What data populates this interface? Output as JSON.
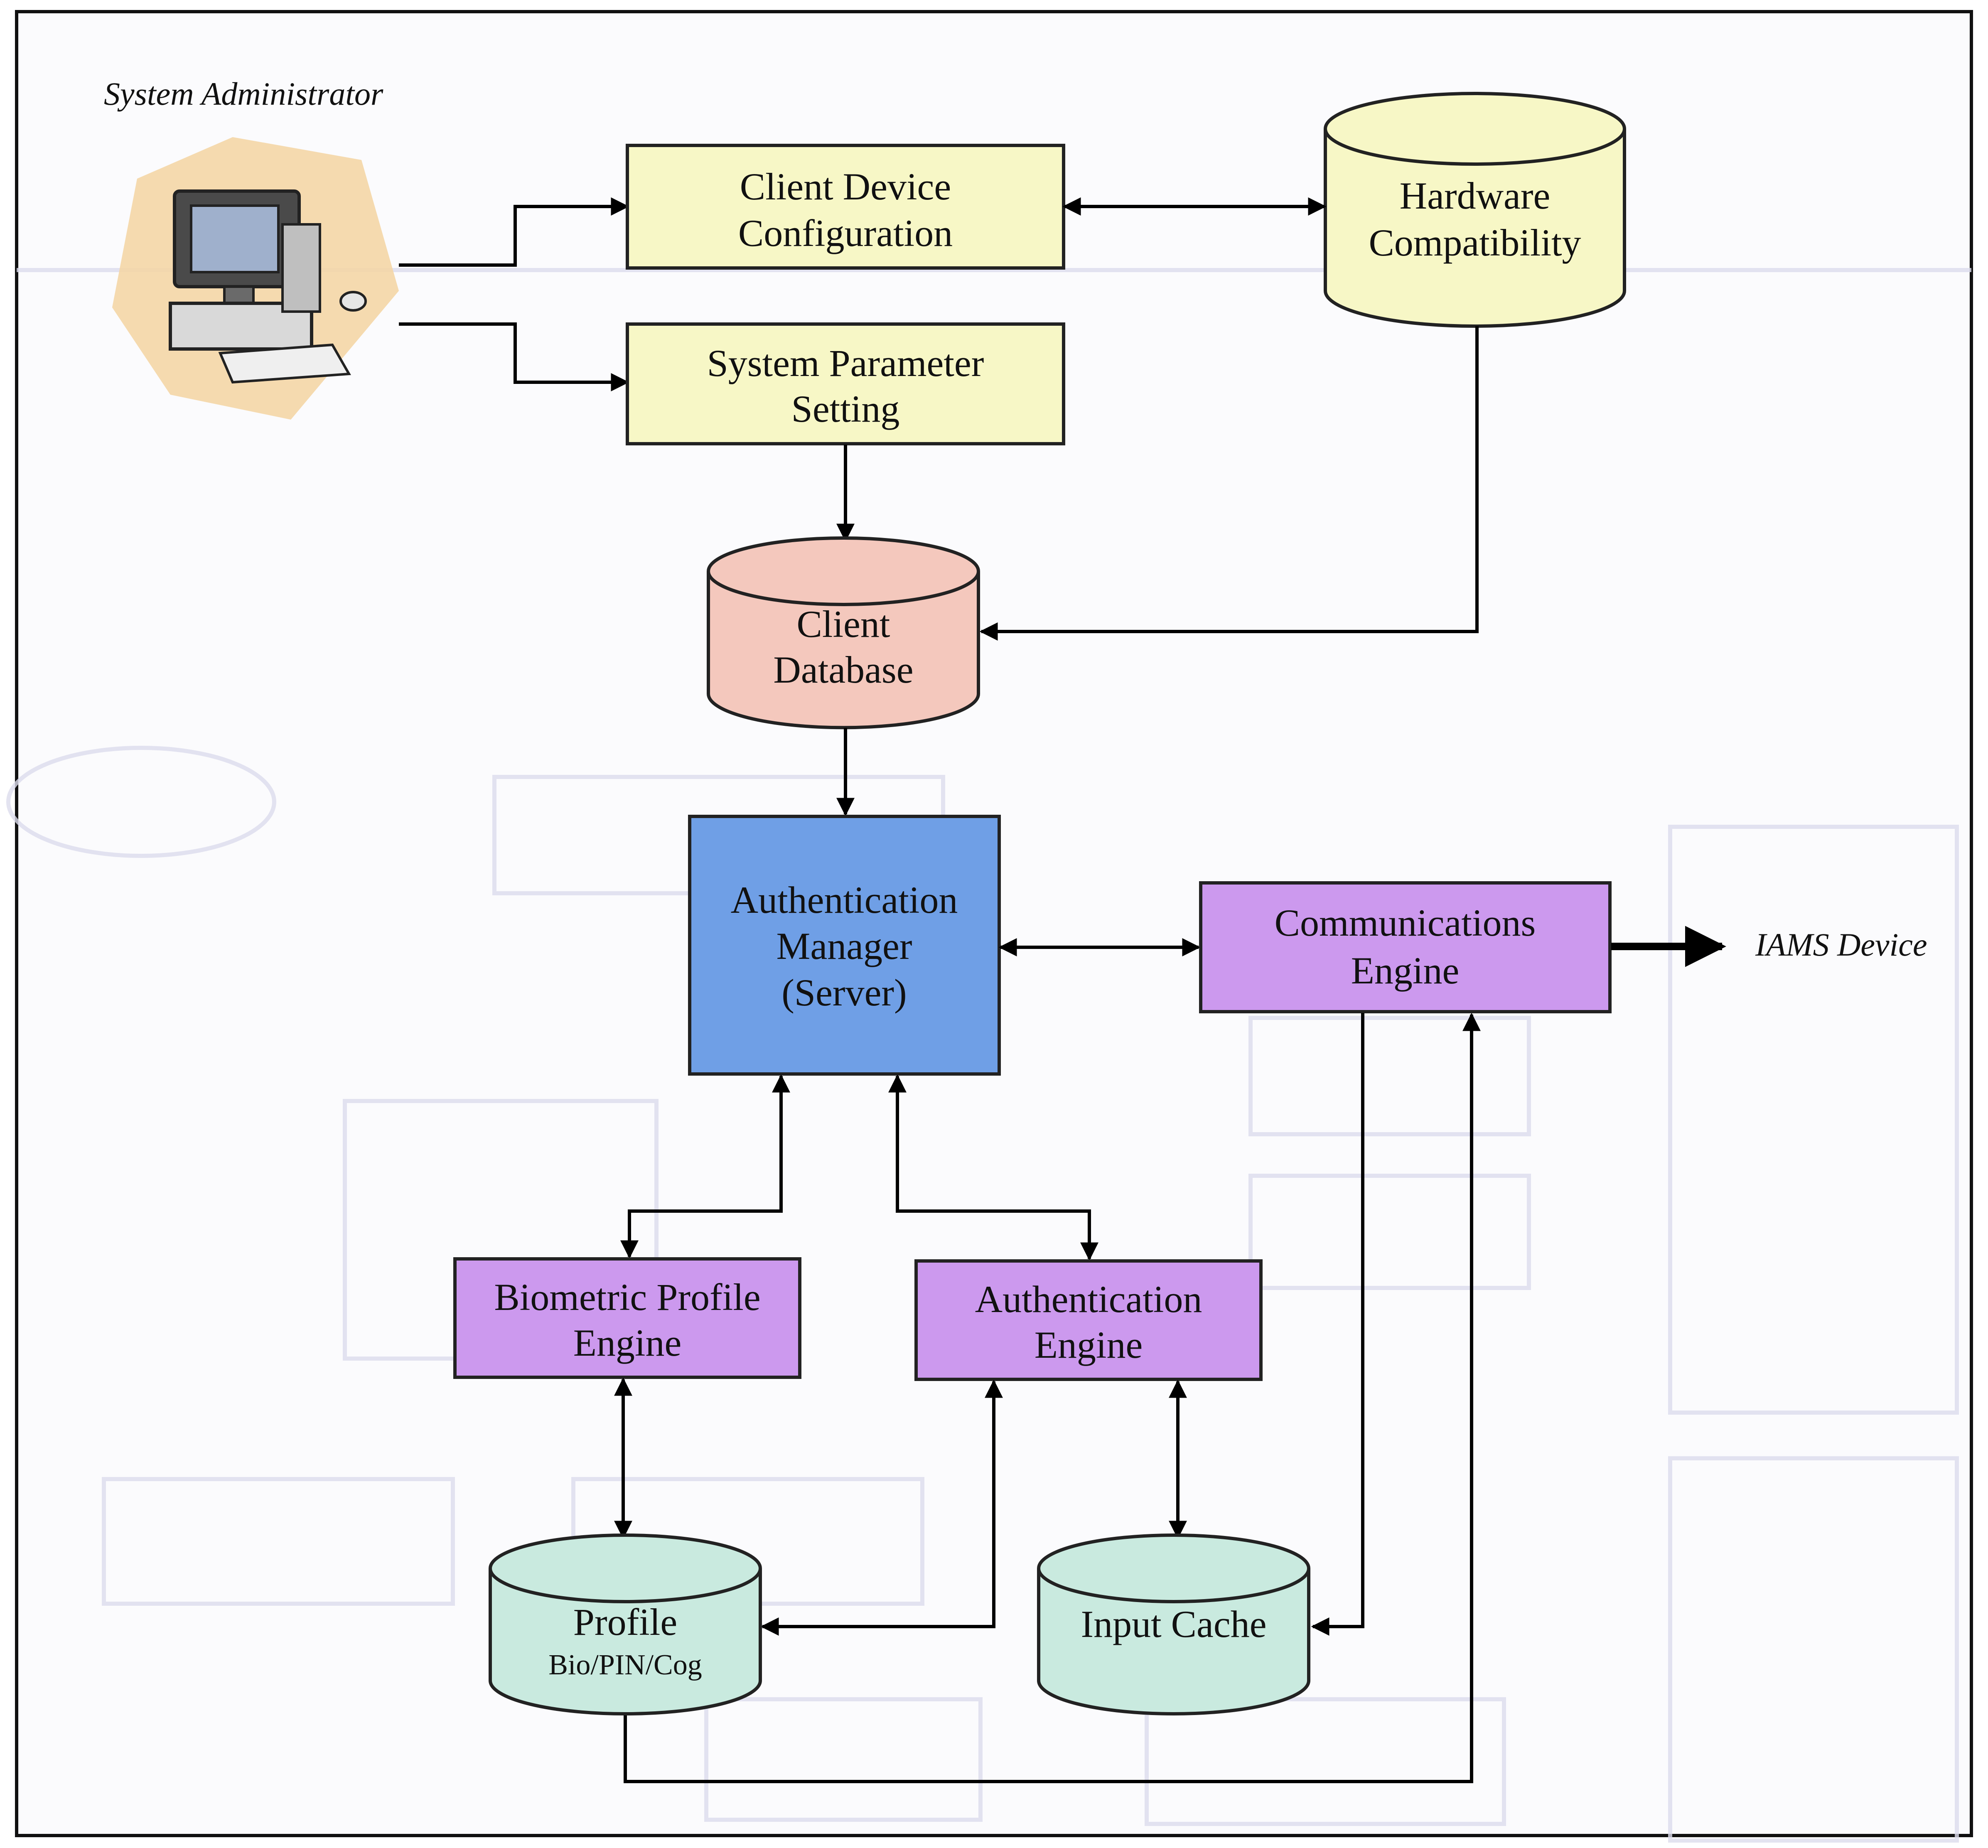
{
  "diagram": {
    "actor_label": "System Administrator",
    "nodes": {
      "client_device_config": {
        "lines": [
          "Client Device",
          "Configuration"
        ],
        "color": "#f7f7c6"
      },
      "system_parameter_setting": {
        "lines": [
          "System Parameter",
          "Setting"
        ],
        "color": "#f7f7c6"
      },
      "hardware_compatibility": {
        "lines": [
          "Hardware",
          "Compatibility"
        ],
        "color": "#f7f7c6"
      },
      "client_database": {
        "lines": [
          "Client",
          "Database"
        ],
        "color": "#f4c8bd"
      },
      "authentication_manager": {
        "lines": [
          "Authentication",
          "Manager",
          "(Server)"
        ],
        "color": "#6f9fe6"
      },
      "communications_engine": {
        "lines": [
          "Communications",
          "Engine"
        ],
        "color": "#cc99ee"
      },
      "biometric_profile_engine": {
        "lines": [
          "Biometric Profile",
          "Engine"
        ],
        "color": "#cc99ee"
      },
      "authentication_engine": {
        "lines": [
          "Authentication",
          "Engine"
        ],
        "color": "#cc99ee"
      },
      "profile_db": {
        "lines": [
          "Profile",
          "Bio/PIN/Cog"
        ],
        "color": "#c9eadf"
      },
      "input_cache": {
        "lines": [
          "Input Cache"
        ],
        "color": "#c9eadf"
      }
    },
    "output_label": "IAMS Device"
  }
}
